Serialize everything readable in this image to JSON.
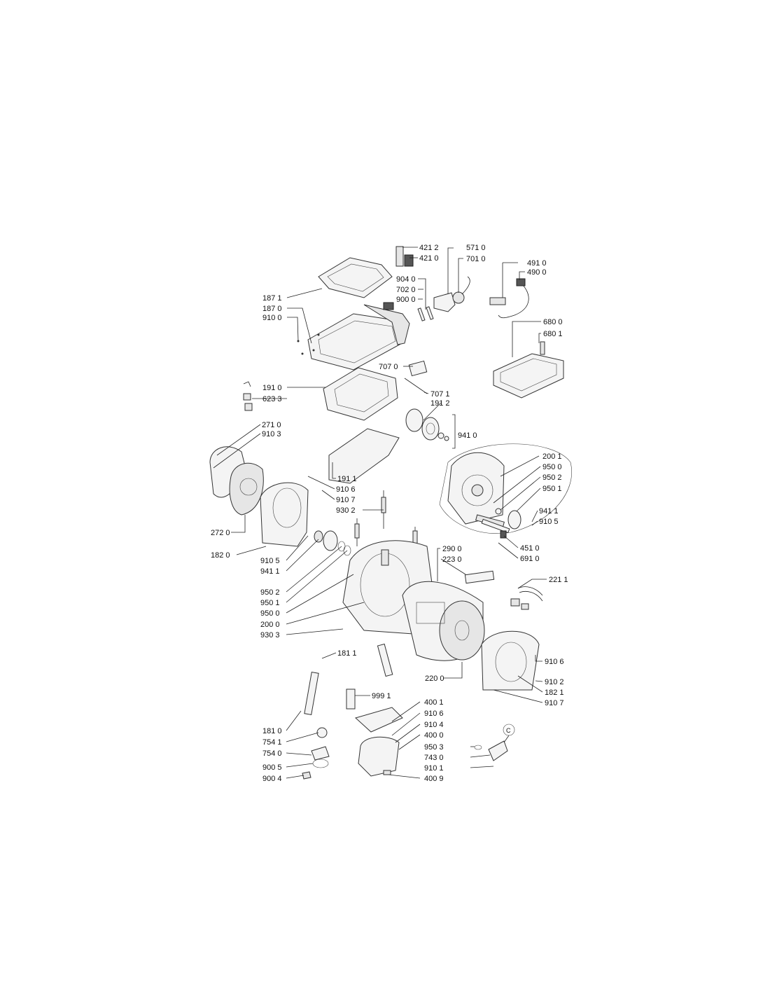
{
  "diagram": {
    "labels": {
      "p4212": "421 2",
      "p4210": "421 0",
      "p5710": "571 0",
      "p7010": "701 0",
      "p4910": "491 0",
      "p4900": "490 0",
      "p9040": "904 0",
      "p7020": "702 0",
      "p9000": "900 0",
      "p1871": "187 1",
      "p1870": "187 0",
      "p9100": "910 0",
      "p6800": "680 0",
      "p6801": "680 1",
      "p7070": "707 0",
      "p7071": "707 1",
      "p1910": "191 0",
      "p6233": "623 3",
      "p1912": "191 2",
      "p9410": "941 0",
      "p2710": "271 0",
      "p9103": "910 3",
      "p1911": "191 1",
      "p2001a": "200 1",
      "p9500a": "950 0",
      "p9502a": "950 2",
      "p9501a": "950 1",
      "p9106a": "910 6",
      "p9107a": "910 7",
      "p9302": "930 2",
      "p2720": "272 0",
      "p9411a": "941 1",
      "p9105a": "910 5",
      "p4510": "451 0",
      "p6910": "691 0",
      "p1820": "182 0",
      "p9105b": "910 5",
      "p9411b": "941 1",
      "p2900": "290 0",
      "p2230": "223 0",
      "p2211": "221 1",
      "p9502b": "950 2",
      "p9501b": "950 1",
      "p9500b": "950 0",
      "p2000": "200 0",
      "p9303": "930 3",
      "p1811": "181 1",
      "p9106b": "910 6",
      "p2200": "220 0",
      "p9102": "910 2",
      "p1821": "182 1",
      "p9107b": "910 7",
      "p9991": "999 1",
      "p1810": "181 0",
      "p4001": "400 1",
      "p9106c": "910 6",
      "p9104": "910 4",
      "p4000": "400 0",
      "p7541": "754 1",
      "p7540": "754 0",
      "p9005": "900 5",
      "p9004": "900 4",
      "p9503": "950 3",
      "p7430": "743 0",
      "p9101": "910 1",
      "p4009": "400 9",
      "circleC": "C"
    }
  }
}
